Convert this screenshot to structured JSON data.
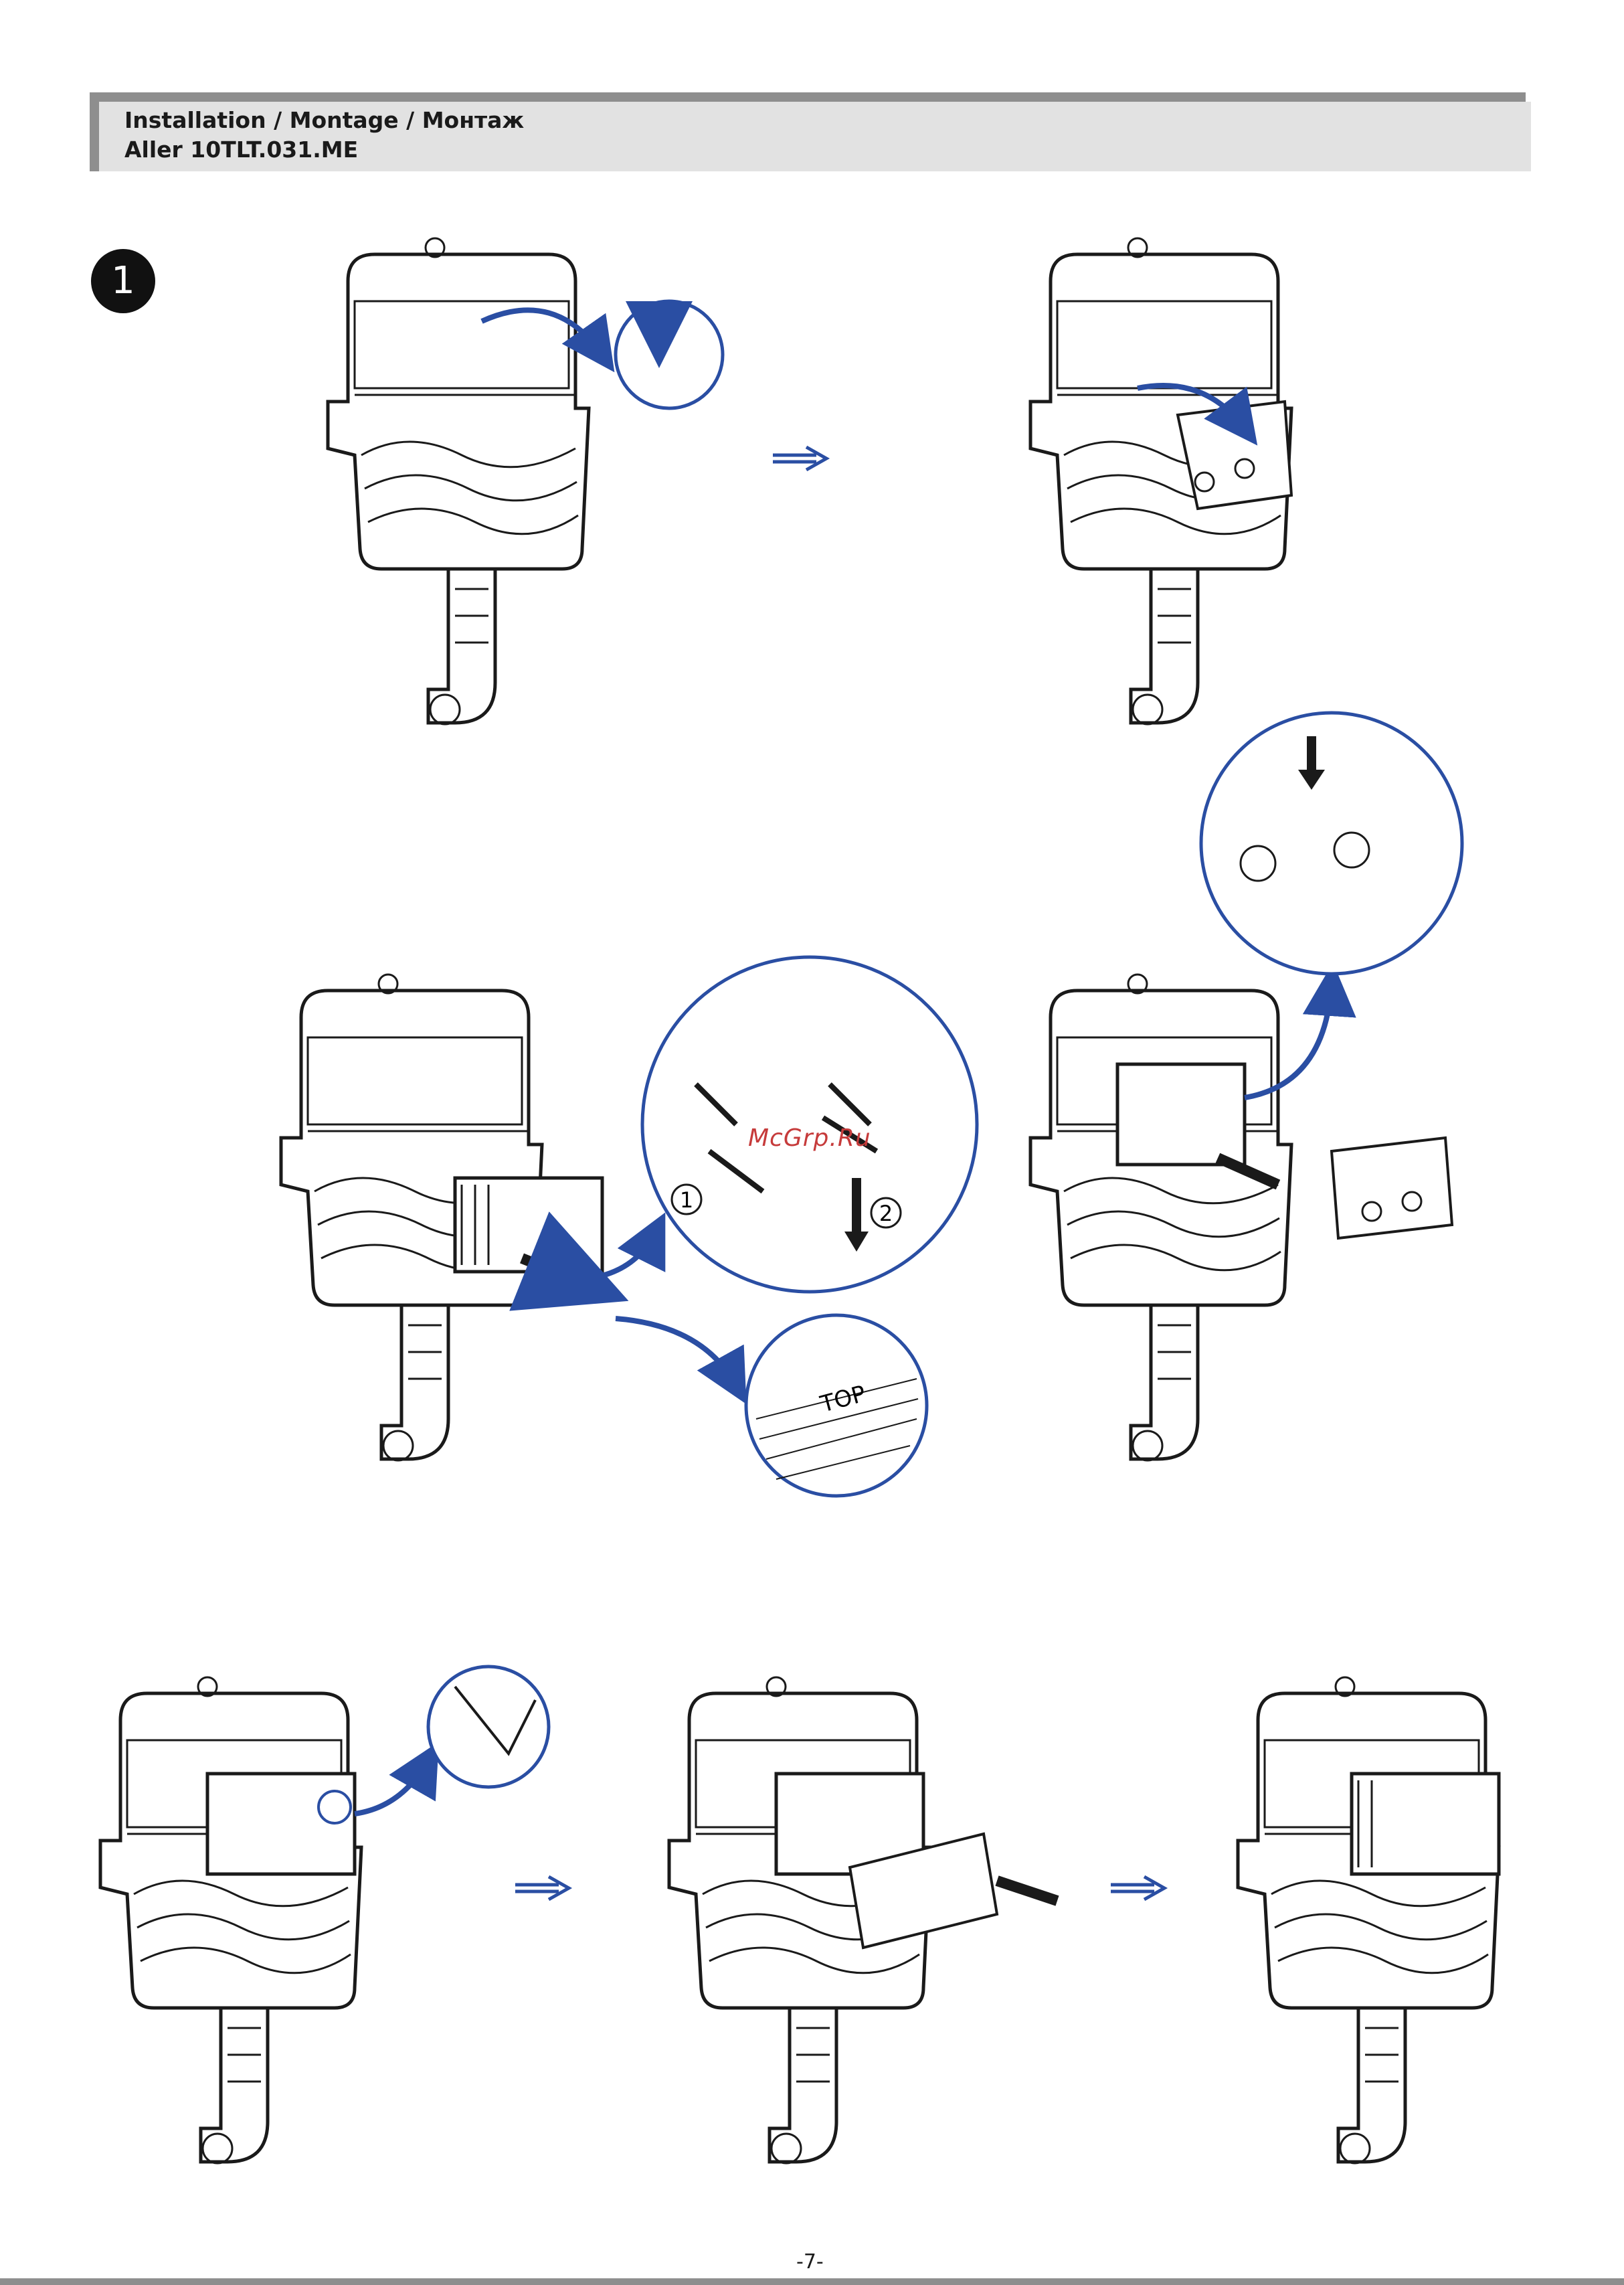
{
  "header": {
    "title": "Installation / Montage / Монтаж",
    "model": "Aller 10TLT.031.ME"
  },
  "step": {
    "number": "1"
  },
  "zoom_detail": {
    "label_top": "TOP",
    "marker_1": "1",
    "marker_2": "2"
  },
  "watermark": "McGrp.Ru",
  "page_number": "-7-",
  "colors": {
    "accent_blue": "#2a4ea3",
    "header_bar": "#8e8e8e",
    "header_bg": "#e2e2e2"
  }
}
